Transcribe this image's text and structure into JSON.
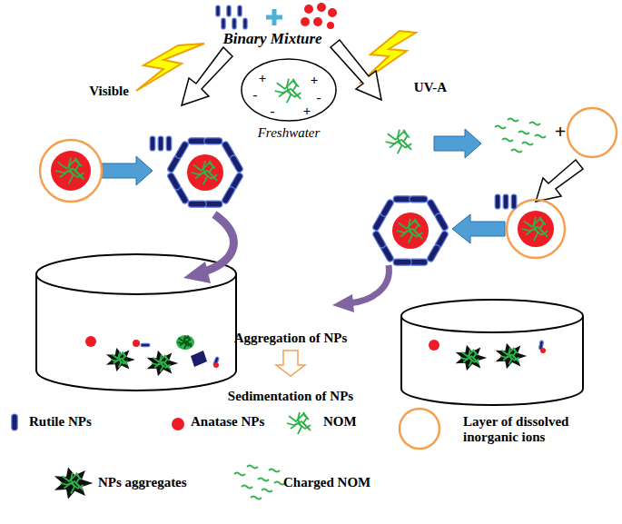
{
  "diagram": {
    "nodes": [
      {
        "text": [
          "Freshwater"
        ]
      }
    ],
    "labels": [
      "Binary Mixture",
      "Visible",
      "UV-A",
      "+",
      "-",
      "+",
      "-",
      "+",
      "-",
      "+",
      "Aggregation of NPs",
      "Sedimentation of NPs"
    ],
    "legend": [
      {
        "text": "Rutile NPs"
      },
      {
        "text": "Anatase NPs"
      },
      {
        "text": "NOM"
      },
      {
        "text": "Layer of dissolved inorganic ions"
      },
      {
        "text": "NPs aggregates"
      },
      {
        "text": "Charged NOM"
      }
    ]
  }
}
